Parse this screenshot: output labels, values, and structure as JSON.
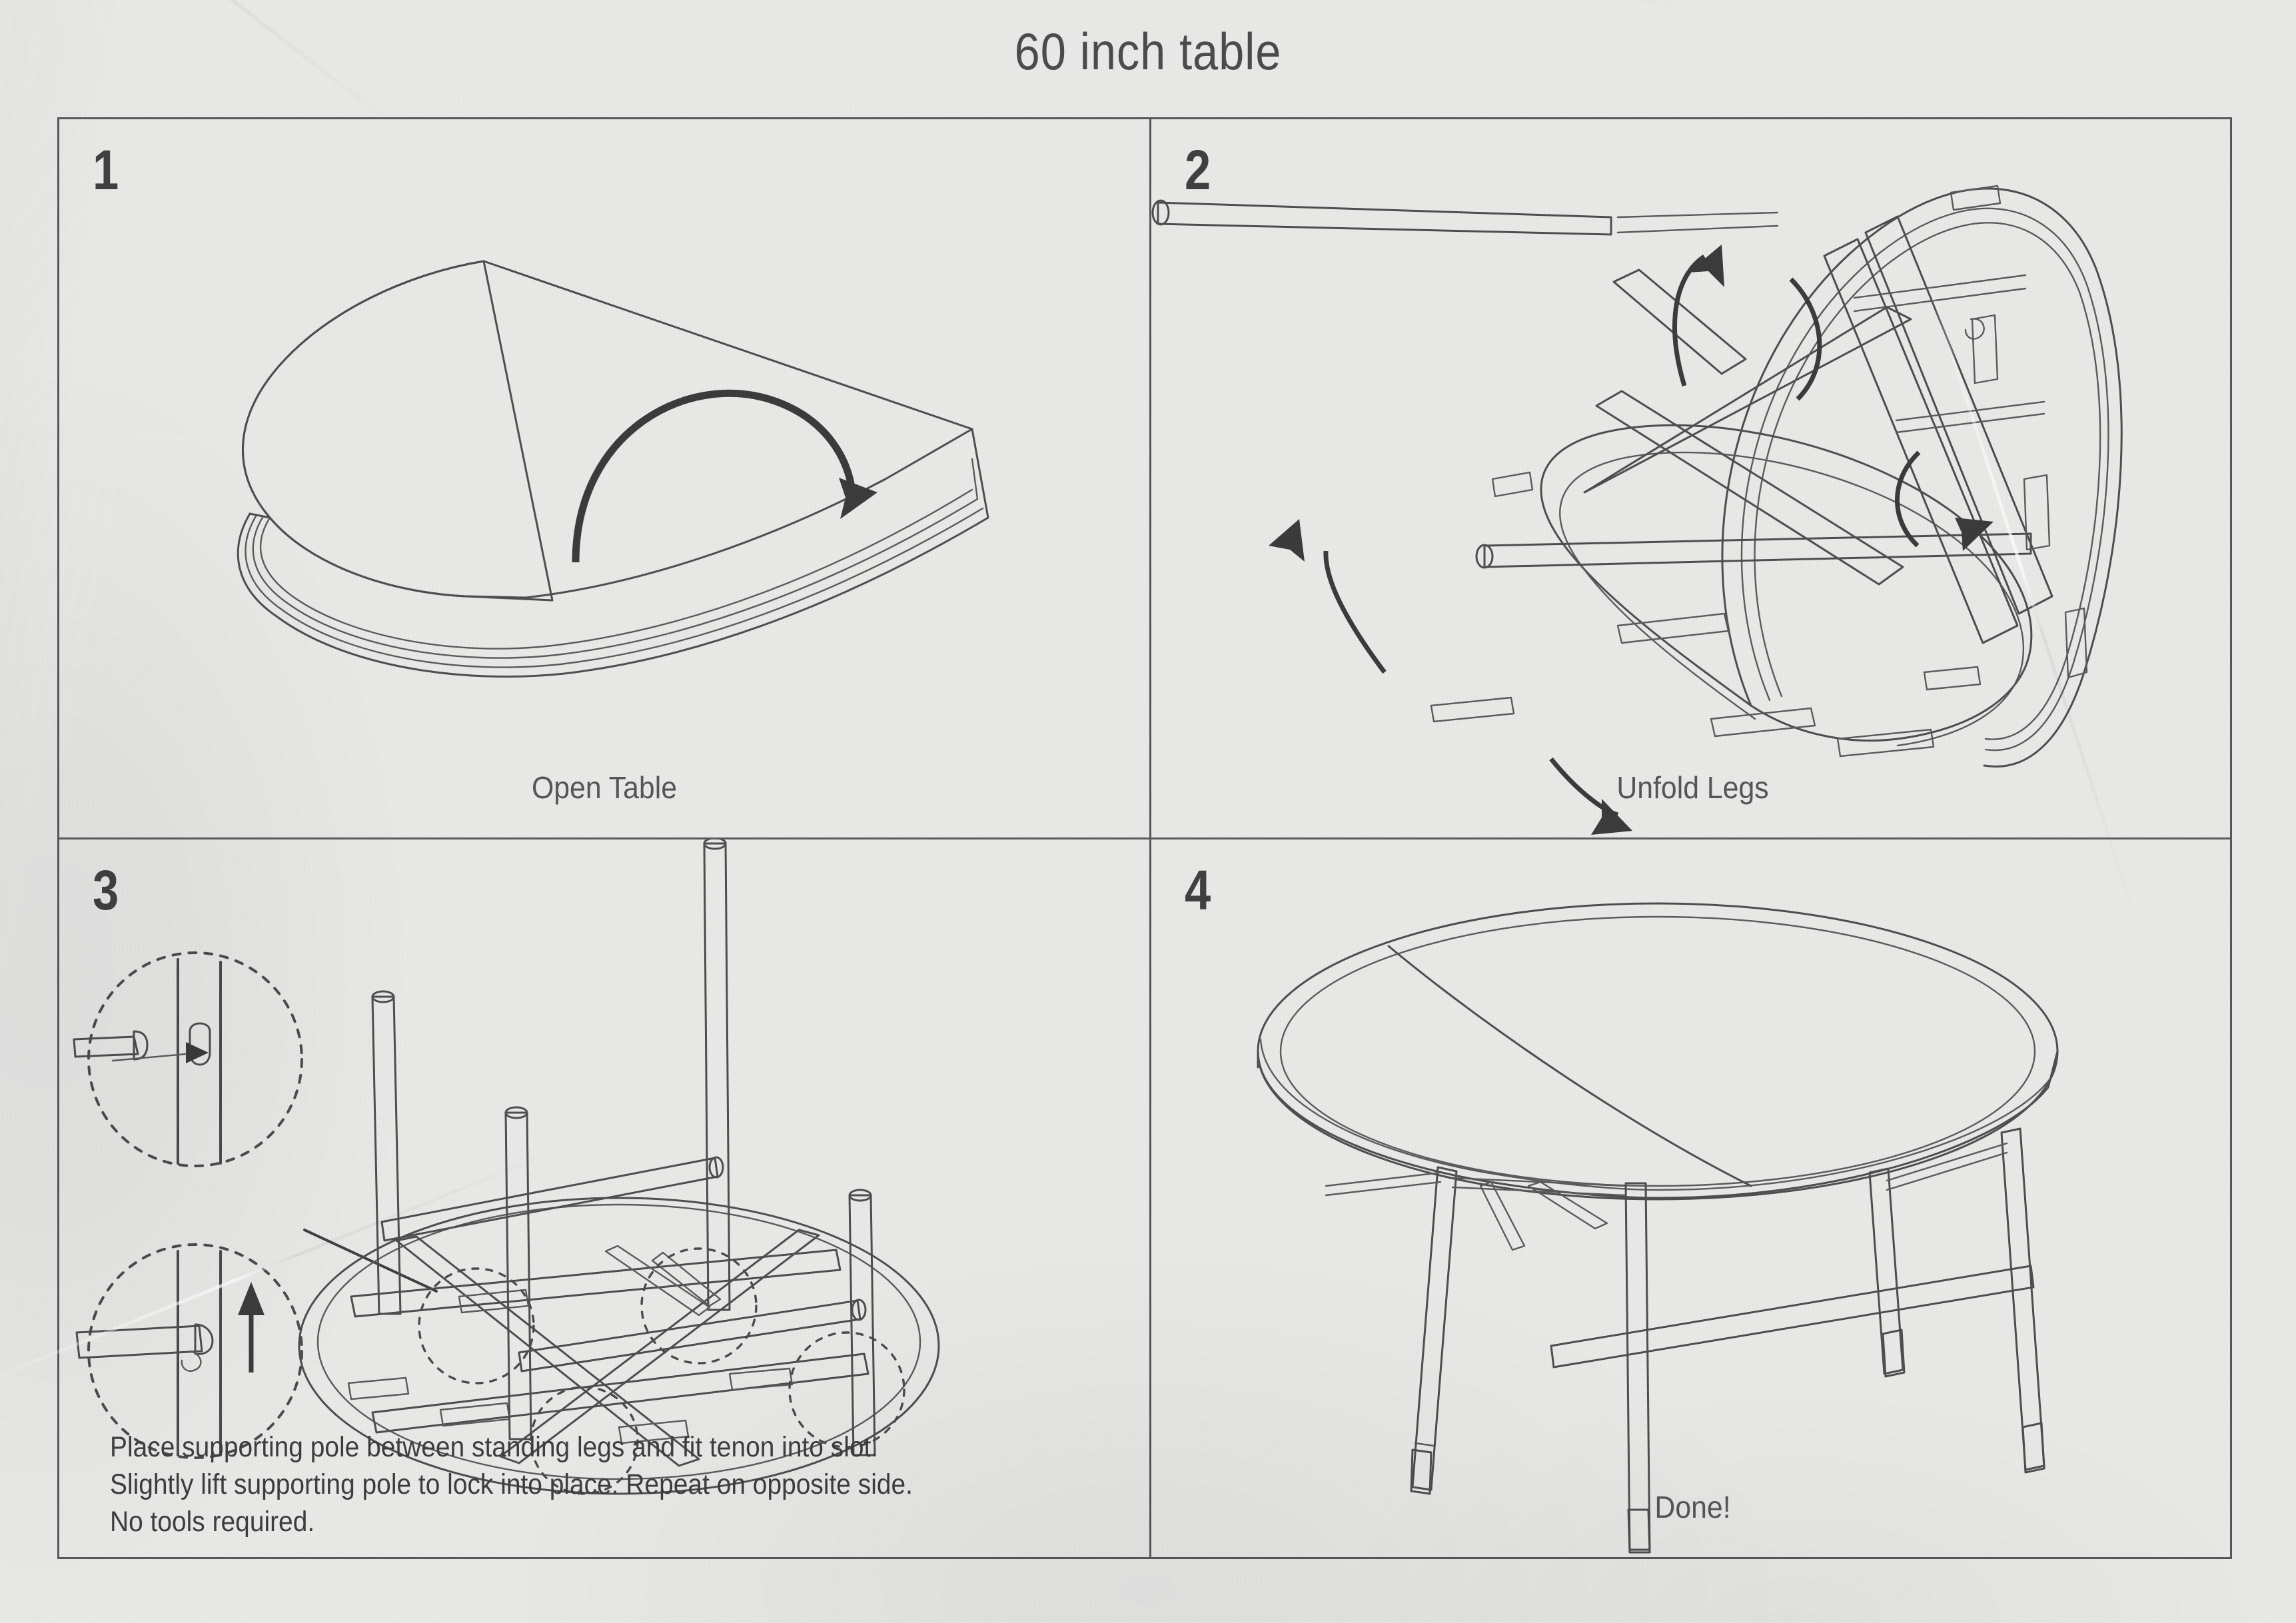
{
  "document": {
    "title": "60 inch table",
    "kind": "assembly-instruction-sheet",
    "paper_color": "#e9e9e7",
    "ink_color": "#4d4d4d"
  },
  "panels": [
    {
      "number": "1",
      "caption": "Open Table",
      "illustration": "folded-half-round-tabletop-with-unfold-arrow",
      "arrows": [
        {
          "type": "curved",
          "meaning": "swing the folded half open"
        }
      ]
    },
    {
      "number": "2",
      "caption": "Unfold Legs",
      "illustration": "table-underside-frame-with-folding-legs-and-support-pole",
      "arrows": [
        {
          "type": "curved",
          "meaning": "rotate leg frame out"
        },
        {
          "type": "curved",
          "meaning": "rotate leg frame out"
        },
        {
          "type": "curved",
          "meaning": "rotate leg frame out"
        },
        {
          "type": "curved",
          "meaning": "rotate leg frame out"
        }
      ]
    },
    {
      "number": "3",
      "caption": "",
      "illustration": "inverted-table-with-four-legs-and-supporting-poles",
      "detail_callouts": [
        {
          "id": "detail-tenon-into-slot",
          "shows": "tenon pin aligned with keyhole slot"
        },
        {
          "id": "detail-lift-to-lock",
          "shows": "pole seated in slot, lift upward to lock"
        }
      ],
      "instructions": [
        "Place supporting pole between standing legs and fit tenon into slot.",
        "Slightly lift supporting pole to lock into place. Repeat on opposite side.",
        "No tools required."
      ]
    },
    {
      "number": "4",
      "caption": "Done!",
      "illustration": "assembled-round-folding-table-on-four-legs",
      "arrows": []
    }
  ]
}
